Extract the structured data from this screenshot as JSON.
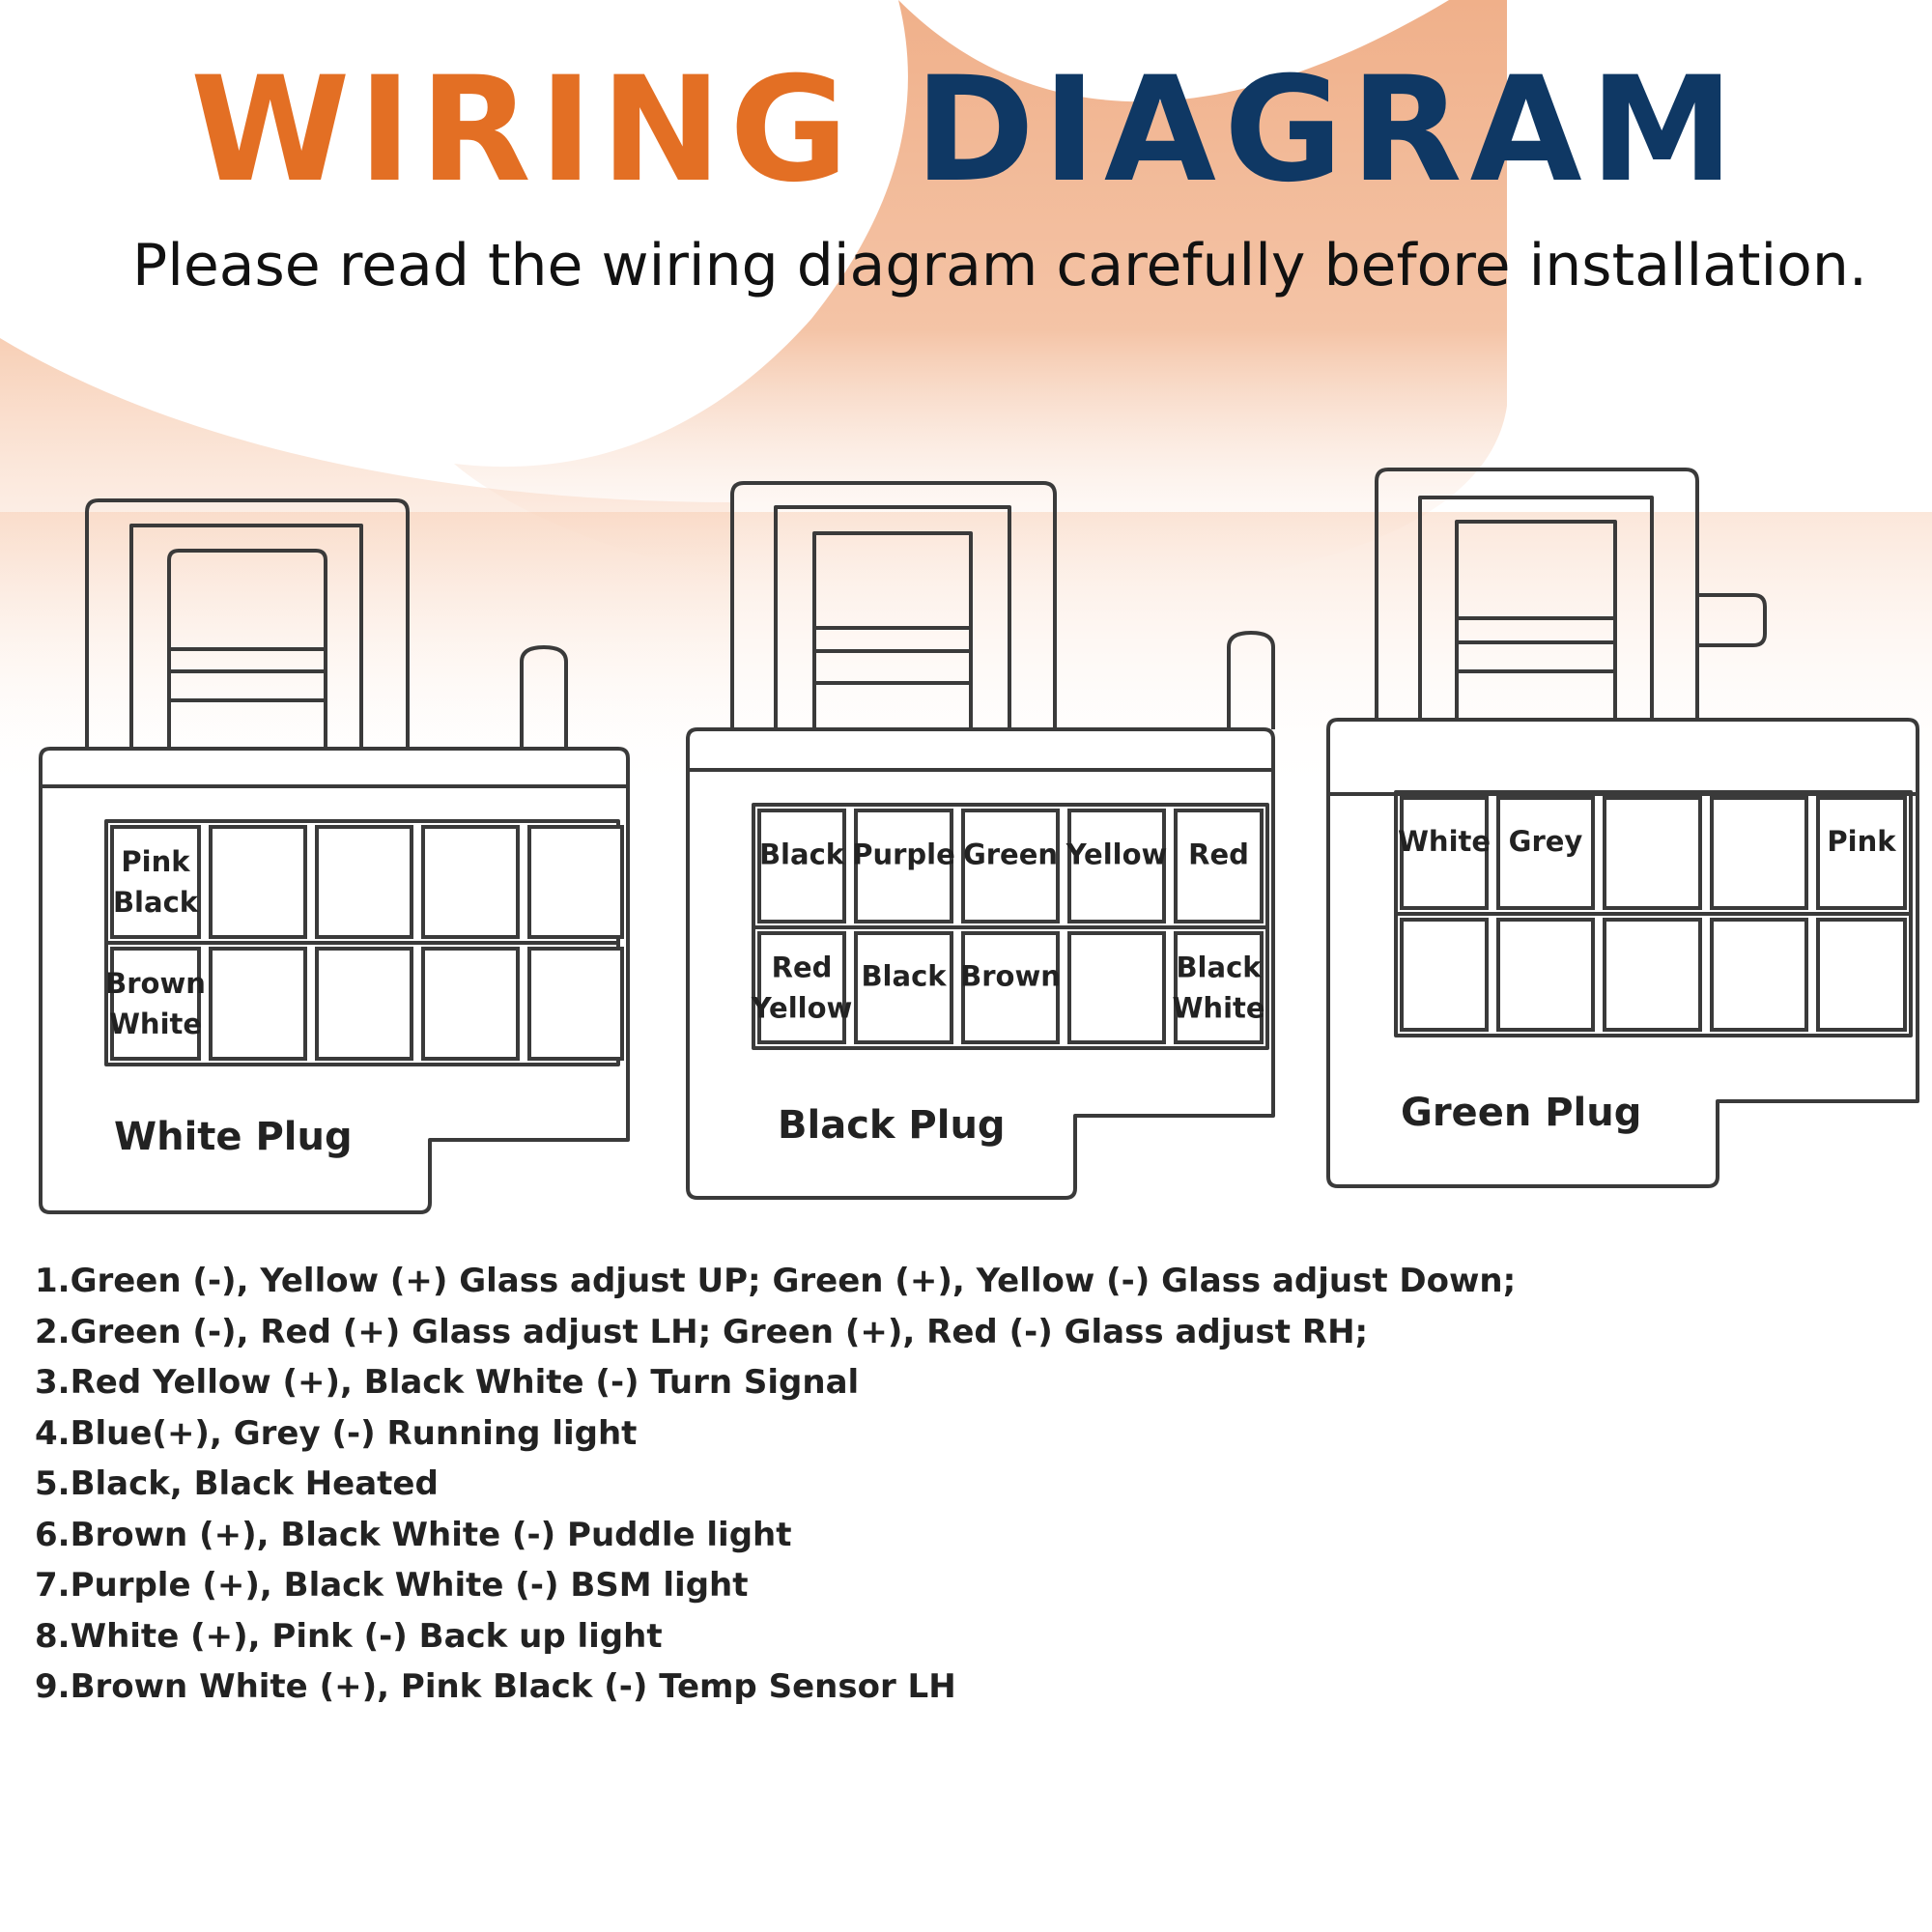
{
  "header": {
    "title_part1": "WIRING",
    "title_part2": "DIAGRAM",
    "subtitle": "Please read the wiring diagram carefully before installation."
  },
  "colors": {
    "accent_orange": "#e36f24",
    "accent_navy": "#0f3864",
    "background_peach": "#f0b08a"
  },
  "plugs": [
    {
      "name": "White Plug",
      "pins": [
        {
          "row": 0,
          "col": 0,
          "lines": [
            "Pink",
            "Black"
          ]
        },
        {
          "row": 1,
          "col": 0,
          "lines": [
            "Brown",
            "White"
          ]
        }
      ]
    },
    {
      "name": "Black Plug",
      "pins": [
        {
          "row": 0,
          "col": 0,
          "lines": [
            "Black"
          ]
        },
        {
          "row": 0,
          "col": 1,
          "lines": [
            "Purple"
          ]
        },
        {
          "row": 0,
          "col": 2,
          "lines": [
            "Green"
          ]
        },
        {
          "row": 0,
          "col": 3,
          "lines": [
            "Yellow"
          ]
        },
        {
          "row": 0,
          "col": 4,
          "lines": [
            "Red"
          ]
        },
        {
          "row": 1,
          "col": 0,
          "lines": [
            "Red",
            "Yellow"
          ]
        },
        {
          "row": 1,
          "col": 1,
          "lines": [
            "Black"
          ]
        },
        {
          "row": 1,
          "col": 2,
          "lines": [
            "Brown"
          ]
        },
        {
          "row": 1,
          "col": 4,
          "lines": [
            "Black",
            "White"
          ]
        }
      ]
    },
    {
      "name": "Green Plug",
      "pins": [
        {
          "row": 0,
          "col": 0,
          "lines": [
            "White"
          ]
        },
        {
          "row": 0,
          "col": 1,
          "lines": [
            "Grey"
          ]
        },
        {
          "row": 0,
          "col": 4,
          "lines": [
            "Pink"
          ]
        }
      ]
    }
  ],
  "notes": [
    "1.Green (-), Yellow (+) Glass adjust UP; Green (+), Yellow (-) Glass adjust Down;",
    "2.Green (-), Red (+) Glass adjust LH; Green (+), Red (-) Glass adjust RH;",
    "3.Red Yellow (+), Black White (-)  Turn Signal",
    "4.Blue(+), Grey (-)   Running light",
    "5.Black, Black   Heated",
    "6.Brown (+), Black White (-)  Puddle light",
    "7.Purple (+), Black White (-)  BSM light",
    "8.White (+), Pink (-)  Back up light",
    "9.Brown White (+), Pink Black (-)  Temp Sensor  LH"
  ]
}
